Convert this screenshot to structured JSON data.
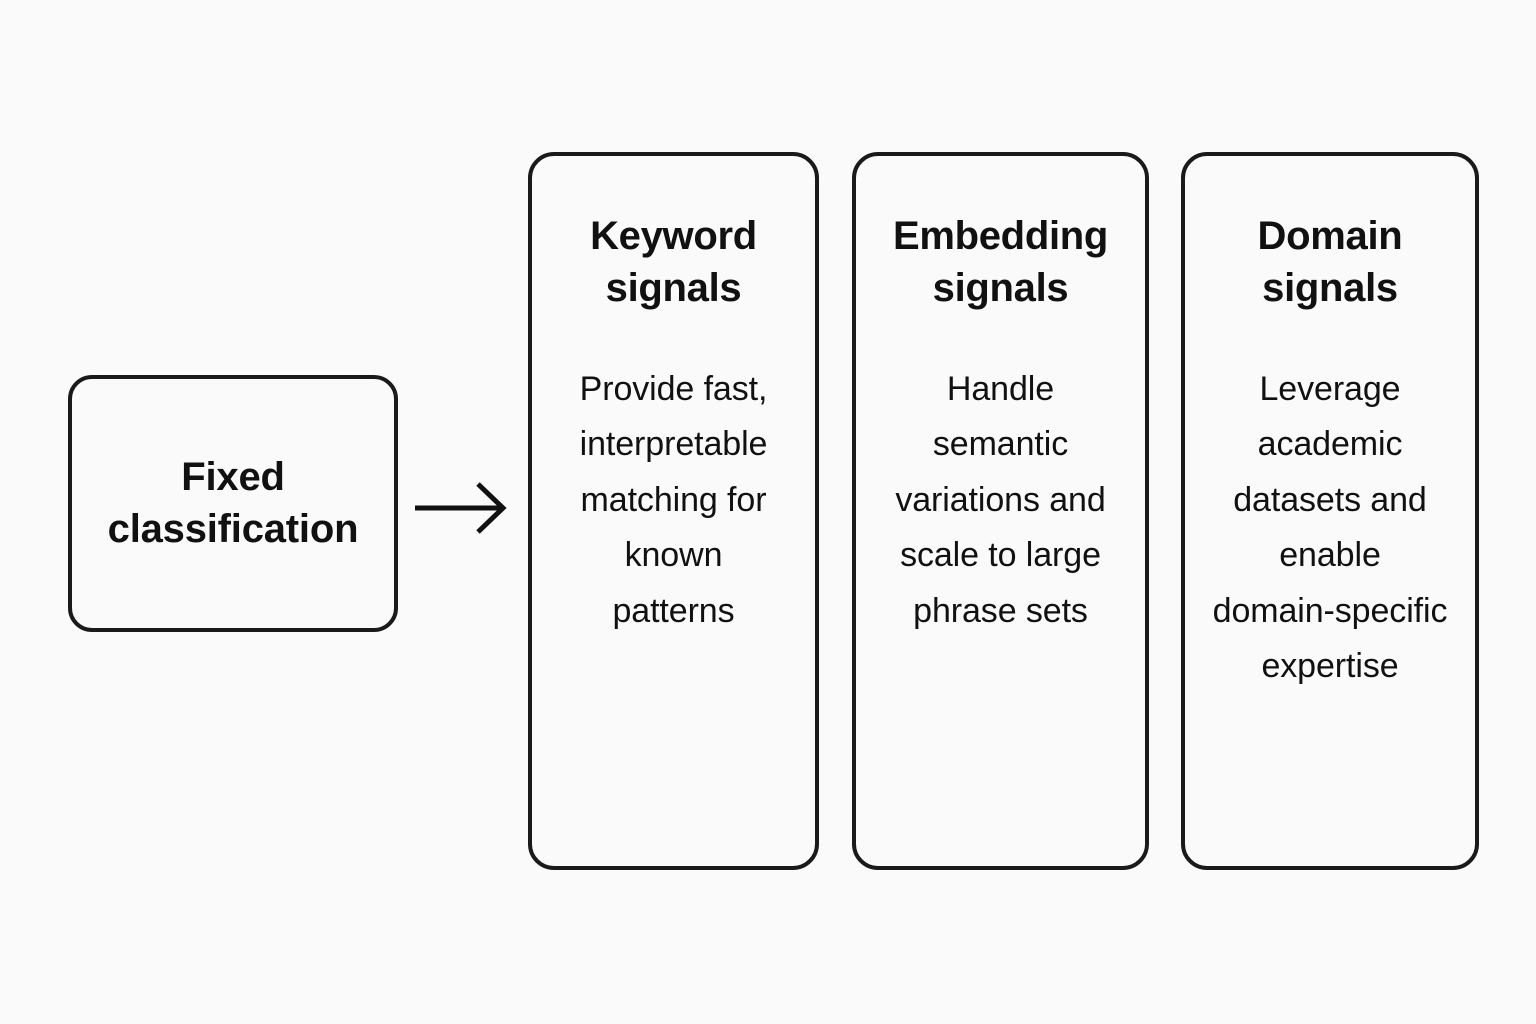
{
  "diagram": {
    "background_color": "#fafafa",
    "stroke_color": "#1a1a1a",
    "text_color": "#111111",
    "source": {
      "title": "Fixed\nclassification"
    },
    "connector": {
      "icon": "arrow-right-icon",
      "from": "Fixed classification",
      "to": "Keyword signals"
    },
    "signals": [
      {
        "id": "keyword-signals",
        "title": "Keyword\nsignals",
        "body": "Provide fast,\ninterpretable\nmatching for\nknown\npatterns"
      },
      {
        "id": "embedding-signals",
        "title": "Embedding\nsignals",
        "body": "Handle\nsemantic\nvariations and\nscale to large\nphrase sets"
      },
      {
        "id": "domain-signals",
        "title": "Domain\nsignals",
        "body": "Leverage\nacademic\ndatasets and\nenable\ndomain-specific\nexpertise"
      }
    ]
  }
}
